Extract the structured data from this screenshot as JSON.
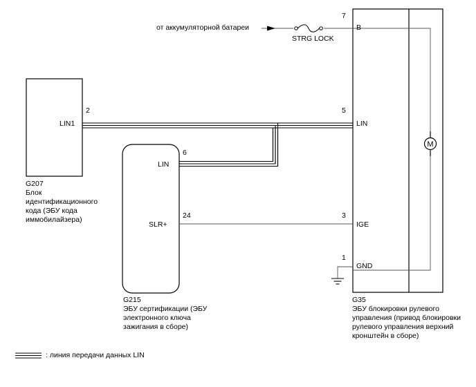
{
  "battery": {
    "label": "от аккумуляторной батареи"
  },
  "fuse": {
    "label": "STRG LOCK"
  },
  "g207": {
    "code": "G207",
    "description": "Блок\nидентификационного\nкода (ЭБУ кода\nиммобилайзера)",
    "pin_lin1": {
      "number": "2",
      "name": "LIN1"
    }
  },
  "g215": {
    "code": "G215",
    "description": "ЭБУ сертификации (ЭБУ\nэлектронного ключа\nзажигания в сборе)",
    "pin_lin": {
      "number": "6",
      "name": "LIN"
    },
    "pin_slr": {
      "number": "24",
      "name": "SLR+"
    }
  },
  "g35": {
    "code": "G35",
    "description": "ЭБУ блокировки рулевого\nуправления (привод блокировки\nрулевого управления верхний\nкронштейн в сборе)",
    "pin_b": {
      "number": "7",
      "name": "B"
    },
    "pin_lin": {
      "number": "5",
      "name": "LIN"
    },
    "pin_ige": {
      "number": "3",
      "name": "IGE"
    },
    "pin_gnd": {
      "number": "1",
      "name": "GND"
    },
    "motor_symbol": "M"
  },
  "legend": {
    "text": ": линия передачи данных LIN"
  }
}
